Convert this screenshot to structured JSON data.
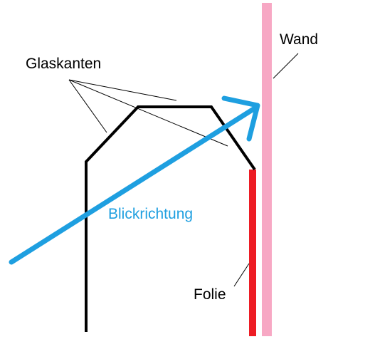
{
  "labels": {
    "glass_edges": "Glaskanten",
    "wall": "Wand",
    "view_direction": "Blickrichtung",
    "film": "Folie"
  },
  "colors": {
    "background": "#ffffff",
    "glass_outline": "#000000",
    "wall": "#f7a8c4",
    "film": "#ed1c24",
    "view_arrow": "#1e9fe0",
    "pointer_lines": "#000000"
  }
}
